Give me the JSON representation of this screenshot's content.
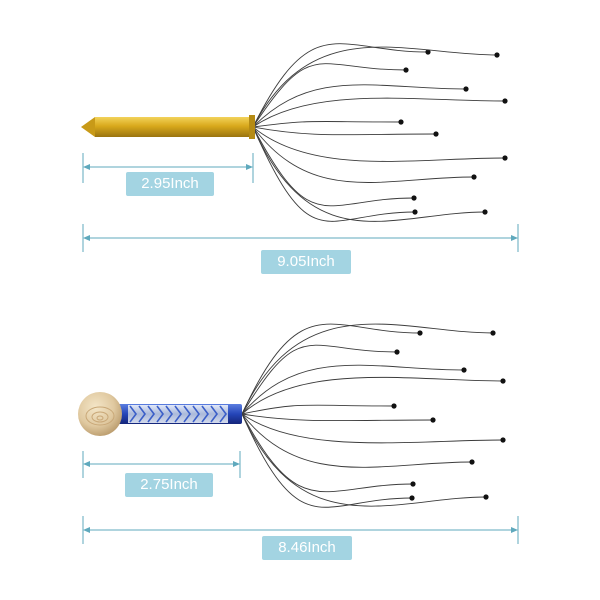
{
  "colors": {
    "dimension_line": "#5fa9bd",
    "label_bg": "#a3d4e2",
    "label_text": "#ffffff",
    "wire": "#3c3c3c",
    "bead": "#111111",
    "gold_handle": "#d9a91c",
    "blue_handle": "#2545b8",
    "wood_ball": "#e0c9a0"
  },
  "icons": {
    "top_product": "head-massager-gold-handle",
    "bottom_product": "head-massager-wood-ball-blue-handle"
  },
  "products": [
    {
      "handle_length": {
        "value": "2.95",
        "unit": "Inch"
      },
      "total_length": {
        "value": "9.05",
        "unit": "Inch"
      }
    },
    {
      "handle_length": {
        "value": "2.75",
        "unit": "Inch"
      },
      "total_length": {
        "value": "8.46",
        "unit": "Inch"
      }
    }
  ]
}
